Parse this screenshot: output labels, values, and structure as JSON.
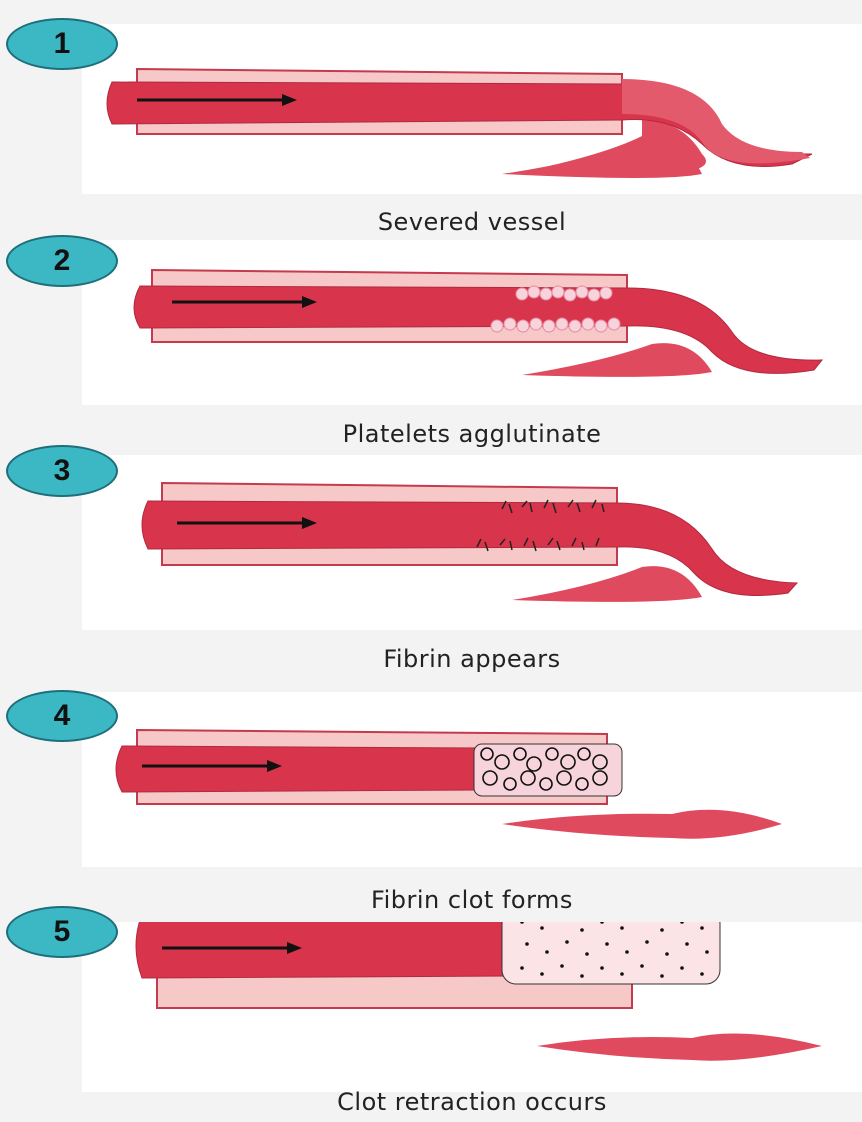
{
  "colors": {
    "badge": "#3cb8c4",
    "vessel_outer": "#f6c8c8",
    "vessel_wall": "#e04a5e",
    "vessel_inner": "#d8344c",
    "panel": "#ffffff",
    "background": "#f3f3f3"
  },
  "steps": [
    {
      "number": "1",
      "caption": "Severed vessel"
    },
    {
      "number": "2",
      "caption": "Platelets agglutinate"
    },
    {
      "number": "3",
      "caption": "Fibrin appears"
    },
    {
      "number": "4",
      "caption": "Fibrin clot forms"
    },
    {
      "number": "5",
      "caption": "Clot retraction occurs"
    }
  ]
}
